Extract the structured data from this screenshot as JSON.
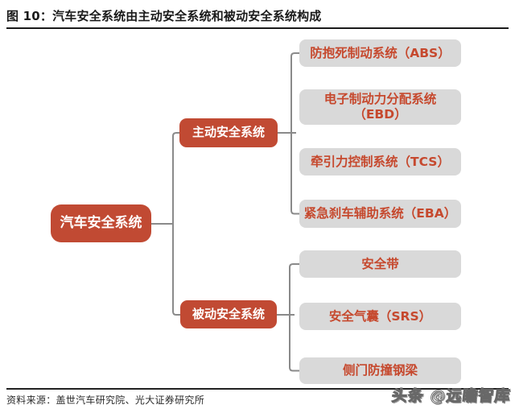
{
  "figure": {
    "title": "图 10：汽车安全系统由主动安全系统和被动安全系统构成",
    "source": "资料来源：盖世汽车研究院、光大证券研究所",
    "watermark": "头条 @远瞻智库"
  },
  "tree": {
    "root": "汽车安全系统",
    "branches": [
      {
        "label": "主动安全系统",
        "children": [
          "防抱死制动系统（ABS）",
          "电子制动力分配系统\n（EBD）",
          "牵引力控制系统（TCS）",
          "紧急刹车辅助系统（EBA）"
        ]
      },
      {
        "label": "被动安全系统",
        "children": [
          "安全带",
          "安全气囊（SRS）",
          "侧门防撞钢梁"
        ]
      }
    ]
  },
  "colors": {
    "node_red": "#C14A33",
    "leaf_background": "#D9D9D9",
    "leaf_text": "#C6492E",
    "connector_gray": "#8A8A8A",
    "rule_black": "#1A1A1A"
  }
}
